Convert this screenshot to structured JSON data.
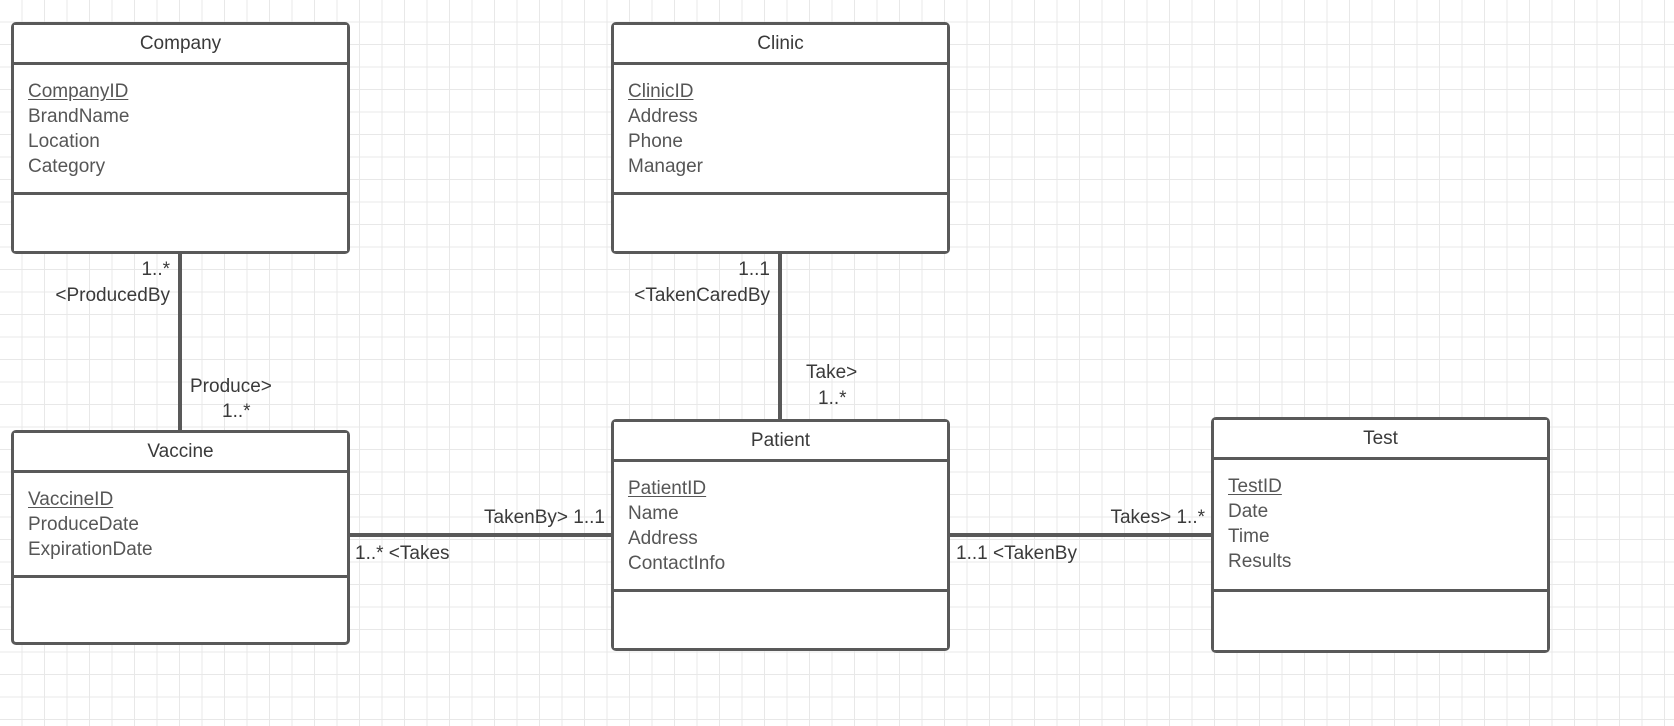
{
  "diagram": {
    "type": "uml-class-diagram",
    "classes": [
      {
        "id": "company",
        "name": "Company",
        "attributes": [
          {
            "text": "CompanyID",
            "primary_key": true
          },
          {
            "text": "BrandName",
            "primary_key": false
          },
          {
            "text": "Location",
            "primary_key": false
          },
          {
            "text": "Category",
            "primary_key": false
          }
        ],
        "methods": []
      },
      {
        "id": "clinic",
        "name": "Clinic",
        "attributes": [
          {
            "text": "ClinicID",
            "primary_key": true
          },
          {
            "text": "Address",
            "primary_key": false
          },
          {
            "text": "Phone",
            "primary_key": false
          },
          {
            "text": "Manager",
            "primary_key": false
          }
        ],
        "methods": []
      },
      {
        "id": "vaccine",
        "name": "Vaccine",
        "attributes": [
          {
            "text": "VaccineID",
            "primary_key": true
          },
          {
            "text": "ProduceDate",
            "primary_key": false
          },
          {
            "text": "ExpirationDate",
            "primary_key": false
          }
        ],
        "methods": []
      },
      {
        "id": "patient",
        "name": "Patient",
        "attributes": [
          {
            "text": "PatientID",
            "primary_key": true
          },
          {
            "text": "Name",
            "primary_key": false
          },
          {
            "text": "Address",
            "primary_key": false
          },
          {
            "text": "ContactInfo",
            "primary_key": false
          }
        ],
        "methods": []
      },
      {
        "id": "test",
        "name": "Test",
        "attributes": [
          {
            "text": "TestID",
            "primary_key": true
          },
          {
            "text": "Date",
            "primary_key": false
          },
          {
            "text": "Time",
            "primary_key": false
          },
          {
            "text": "Results",
            "primary_key": false
          }
        ],
        "methods": []
      }
    ],
    "associations": [
      {
        "id": "company-vaccine",
        "from": "Company",
        "to": "Vaccine",
        "labels": {
          "source_multiplicity": "1..*",
          "source_role": "<ProducedBy",
          "target_role": "Produce>",
          "target_multiplicity": "1..*"
        }
      },
      {
        "id": "clinic-patient",
        "from": "Clinic",
        "to": "Patient",
        "labels": {
          "source_multiplicity": "1..1",
          "source_role": "<TakenCaredBy",
          "target_role": "Take>",
          "target_multiplicity": "1..*"
        }
      },
      {
        "id": "vaccine-patient",
        "from": "Vaccine",
        "to": "Patient",
        "labels": {
          "above": "TakenBy> 1..1",
          "below": "1..* <Takes"
        }
      },
      {
        "id": "patient-test",
        "from": "Patient",
        "to": "Test",
        "labels": {
          "above": "Takes> 1..*",
          "below": "1..1 <TakenBy"
        }
      }
    ],
    "colors": {
      "border": "#595959",
      "text": "#3a3a3a",
      "attribute_text": "#565656",
      "background": "#ffffff",
      "grid_minor": "#e8e8e8",
      "grid_major": "#d8d8d8"
    }
  }
}
